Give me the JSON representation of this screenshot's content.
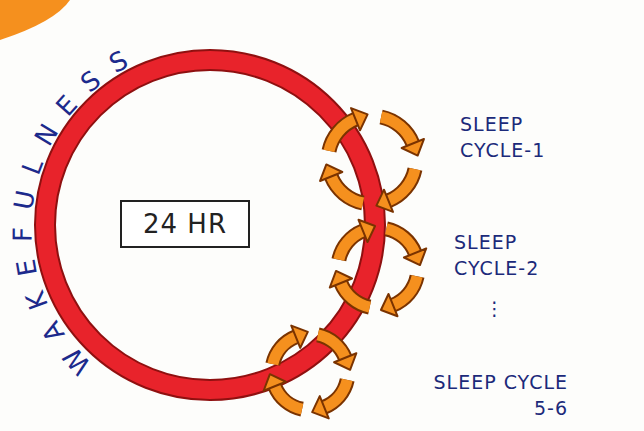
{
  "diagram": {
    "nodes": [
      {
        "text": [
          "24 HR"
        ]
      }
    ],
    "labels": [
      "WAKEFULNESS",
      "SLEEP CYCLE-1",
      "SLEEP CYCLE-2",
      "⋮",
      "SLEEP CYCLE 5-6"
    ]
  }
}
